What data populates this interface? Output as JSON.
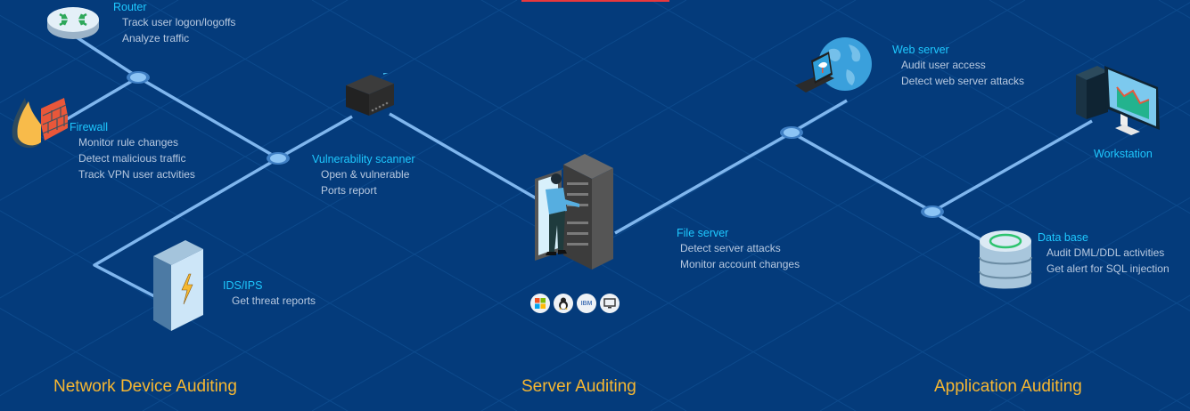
{
  "colors": {
    "background": "#043b7b",
    "wire": "#7fb6ee",
    "title_text": "#1ec8ff",
    "body_text": "#b8c9e0",
    "section_text": "#f7b731",
    "top_accent": "#e8383d"
  },
  "devices": {
    "router": {
      "icon": "router-icon",
      "title": "Router",
      "lines": [
        "Track user logon/logoffs",
        "Analyze traffic"
      ]
    },
    "firewall": {
      "icon": "firewall-icon",
      "title": "Firewall",
      "lines": [
        "Monitor rule changes",
        "Detect malicious traffic",
        "Track VPN user actvities"
      ]
    },
    "vuln_scanner": {
      "icon": "scanner-icon",
      "title": "Vulnerability scanner",
      "lines": [
        "Open & vulnerable",
        "Ports report"
      ]
    },
    "ids_ips": {
      "icon": "ids-appliance-icon",
      "title": "IDS/IPS",
      "lines": [
        "Get threat reports"
      ]
    },
    "file_server": {
      "icon": "server-rack-icon",
      "title": "File server",
      "lines": [
        "Detect server attacks",
        "Monitor account changes"
      ]
    },
    "web_server": {
      "icon": "globe-laptop-icon",
      "title": "Web server",
      "lines": [
        "Audit user access",
        "Detect web server attacks"
      ]
    },
    "workstation": {
      "icon": "workstation-icon",
      "title": "Workstation",
      "lines": []
    },
    "database": {
      "icon": "database-icon",
      "title": "Data base",
      "lines": [
        "Audit DML/DDL activities",
        "Get alert for SQL injection"
      ]
    }
  },
  "os_badges": [
    {
      "icon": "windows-icon",
      "label": ""
    },
    {
      "icon": "linux-icon",
      "label": ""
    },
    {
      "icon": "ibm-icon",
      "label": "IBM"
    },
    {
      "icon": "monitor-icon",
      "label": ""
    }
  ],
  "sections": {
    "network": "Network Device Auditing",
    "server": "Server Auditing",
    "application": "Application Auditing"
  }
}
